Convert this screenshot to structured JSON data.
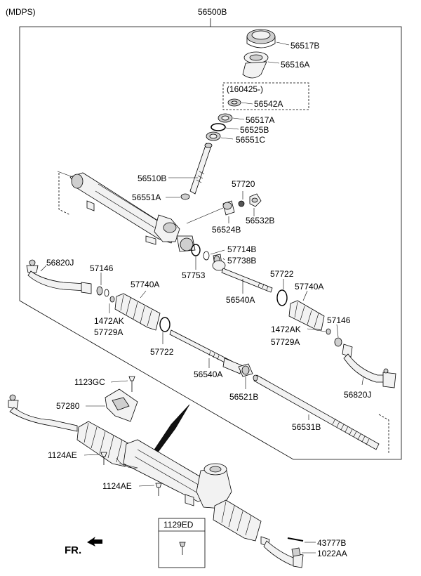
{
  "diagram": {
    "header_note": "(MDPS)",
    "assembly_number": "56500B",
    "notice_date": "(160425-)",
    "fr_label": "FR.",
    "boxed_part_number": "1129ED",
    "parts": {
      "p56517B": "56517B",
      "p56516A": "56516A",
      "p56542A": "56542A",
      "p56517A": "56517A",
      "p56525B": "56525B",
      "p56551C": "56551C",
      "p56510B": "56510B",
      "p57720": "57720",
      "p56551A": "56551A",
      "p56532B": "56532B",
      "p56524B": "56524B",
      "p57714B": "57714B",
      "p57738B": "57738B",
      "p57753": "57753",
      "p56820J_left": "56820J",
      "p57146_left": "57146",
      "p57740A_left": "57740A",
      "p57722_right": "57722",
      "p57740A_right": "57740A",
      "p56540A_upper": "56540A",
      "p1472AK_left": "1472AK",
      "p57729A_left": "57729A",
      "p1472AK_right": "1472AK",
      "p57146_right": "57146",
      "p57729A_right": "57729A",
      "p57722_left": "57722",
      "p56540A_lower": "56540A",
      "p56521B": "56521B",
      "p56820J_right": "56820J",
      "p1123GC": "1123GC",
      "p57280": "57280",
      "p56531B": "56531B",
      "p1124AE_upper": "1124AE",
      "p1124AE_lower": "1124AE",
      "p43777B": "43777B",
      "p1022AA": "1022AA"
    }
  }
}
